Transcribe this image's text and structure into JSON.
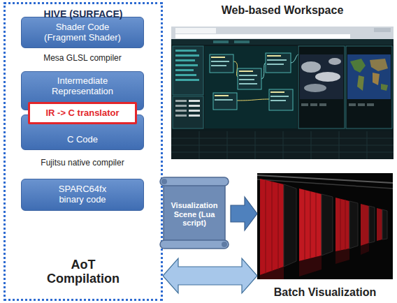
{
  "diagram": {
    "nodes": [
      {
        "text": [
          "HIVE (SURFACE)",
          "AoT Compilation"
        ]
      },
      {
        "text": [
          "Shader Code (Fragment Shader)"
        ],
        "in": 0
      },
      {
        "text": [
          "Intermediate Representation"
        ],
        "in": 0
      },
      {
        "text": [
          "IR -> C translator"
        ],
        "in": 0
      },
      {
        "text": [
          "C Code"
        ],
        "in": 0
      },
      {
        "text": [
          "SPARC64fx binary code"
        ],
        "in": 0
      },
      {
        "text": [
          "Web-based Workspace"
        ]
      },
      {
        "text": [
          "Visualization Scene (Lua script)"
        ]
      },
      {
        "text": [
          "Batch Visualization"
        ]
      }
    ],
    "edges": [
      {
        "from": 1,
        "to": 2,
        "label": "Mesa GLSL compiler",
        "arrow": "to"
      },
      {
        "from": 4,
        "to": 5,
        "label": "Fujitsu native compiler",
        "arrow": "to"
      },
      {
        "from": 7,
        "to": 8,
        "arrow": "to"
      },
      {
        "from": 0,
        "to": 8,
        "arrow": "both"
      }
    ]
  }
}
